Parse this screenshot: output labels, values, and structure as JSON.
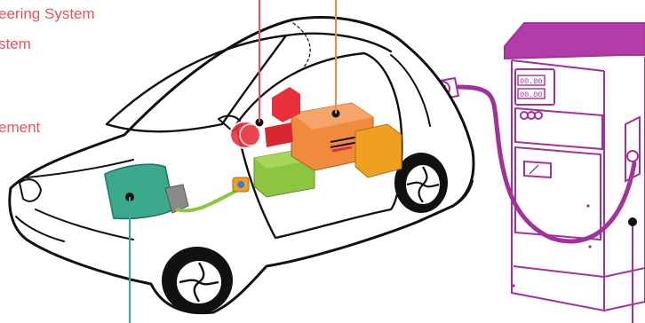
{
  "labels": {
    "steering": "eering System",
    "system": "stem",
    "management": "ement"
  },
  "charger": {
    "display_top": "00.00",
    "display_bottom": "00.00"
  },
  "colors": {
    "label_red": "#e8535b",
    "charger_purple": "#a2319a",
    "charger_roof": "#b43ca8",
    "battery_teal": "#3aa98c",
    "motor_green": "#8cc63f",
    "inverter_orange": "#f08a3c",
    "cable_green": "#8cc63f",
    "steering_red": "#e8303a",
    "outline": "#111111"
  }
}
